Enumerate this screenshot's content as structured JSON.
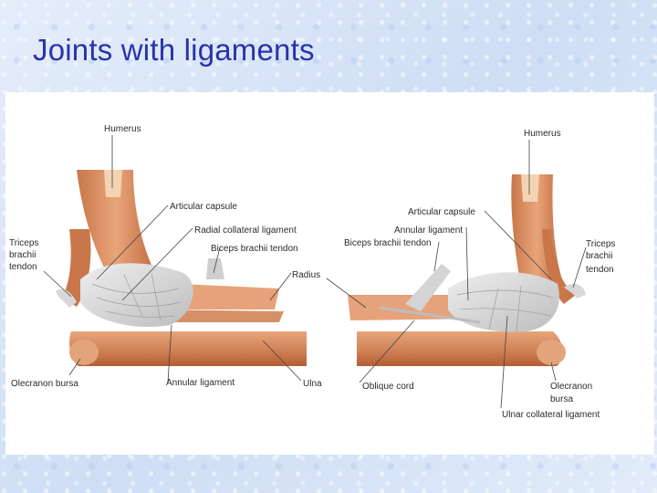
{
  "slide": {
    "title": "Joints with ligaments"
  },
  "left_figure_labels": {
    "humerus": "Humerus",
    "articular_capsule": "Articular capsule",
    "radial_collateral_ligament": "Radial collateral ligament",
    "biceps_brachii_tendon": "Biceps brachii tendon",
    "triceps_line1": "Triceps",
    "triceps_line2": "brachii",
    "triceps_line3": "tendon",
    "radius": "Radius",
    "olecranon_bursa": "Olecranon bursa",
    "annular_ligament": "Annular ligament",
    "ulna": "Ulna"
  },
  "right_figure_labels": {
    "humerus": "Humerus",
    "articular_capsule": "Articular capsule",
    "annular_ligament": "Annular ligament",
    "biceps_brachii_tendon": "Biceps brachii tendon",
    "triceps_line1": "Triceps",
    "triceps_line2": "brachii",
    "triceps_line3": "tendon",
    "oblique_cord": "Oblique cord",
    "olecranon_line1": "Olecranon",
    "olecranon_line2": "bursa",
    "ulnar_collateral_ligament": "Ulnar collateral ligament"
  },
  "colors": {
    "title": "#2a33a8",
    "muscle": "#d98a5c",
    "muscle_dark": "#b8643a",
    "bone": "#f0c6a0",
    "ligament": "#dcdcdc"
  }
}
